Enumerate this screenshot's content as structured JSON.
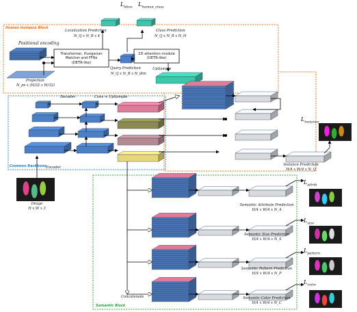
{
  "blocks": {
    "human_instance": "Human Instance Block",
    "common_backbone": "Common Backbone",
    "semantic": "Semantic Block"
  },
  "colors": {
    "human_instance_border": "#e8701a",
    "common_backbone_border": "#2a7fc0",
    "semantic_border": "#2f9e3a",
    "blue_block": "#4d7fc4",
    "pink": "#e07b9a",
    "olive": "#8c8a4f",
    "mauve": "#b48a93",
    "yellow": "#e8d67a",
    "teal": "#3cc7a8",
    "gray": "#d8dadc"
  },
  "labels": {
    "positional_encoding": "Positional encoding",
    "projection": "Projection",
    "projection_dim": "N_ps x (H/32 x W/32)",
    "transformer_l1": "Transformer, Hungarian",
    "transformer_l2": "Matcher and FFNs",
    "transformer_l3": "(DETR-like)",
    "attention_l1": "2D attention module",
    "attention_l2": "(DETR-like)",
    "localization": "Localization Prediction",
    "localization_dim": "N_Q x N_B x 4",
    "class_pred": "Class Prediction",
    "class_dim": "N_Q x N_B x N_H",
    "query": "Query Prediction",
    "query_dim": "N_Q x N_B x N_dim",
    "upsample": "UpSample",
    "decoder": "Decoder",
    "conv_upsample": "Conv + UpSample",
    "encoder": "Encoder",
    "image": "Image",
    "image_dim": "H x W x 3",
    "instance_pred": "Instance Prediction",
    "instance_dim": "H/4 x W/4 x N_Q",
    "attr_pred": "Semantic Attribute Prediction",
    "attr_dim": "H/4 x W/4 x N_A",
    "size_pred": "Semantic Size Prediction",
    "size_dim": "H/4 x W/4 x N_S",
    "pattern_pred": "Semantic Pattern Prediction",
    "pattern_dim": "H/4 x W/4 x N_P",
    "color_pred": "Semantic Color Prediction",
    "color_dim": "H/4 x W/4 x N_C",
    "concatenate": "Concatenate"
  },
  "losses": {
    "bbox_base": "L",
    "bbox_sub": "bbox",
    "human_base": "L",
    "human_sub": "human_class",
    "instance_base": "L",
    "instance_sub": "instance",
    "attrib_base": "L",
    "attrib_sub": "attrib",
    "size_base": "L",
    "size_sub": "size",
    "pattern_base": "L",
    "pattern_sub": "pattern",
    "color_base": "L",
    "color_sub": "color"
  }
}
